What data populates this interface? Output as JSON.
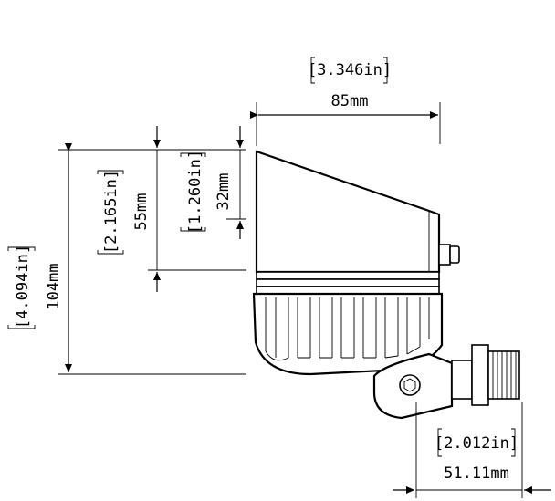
{
  "dimensions": {
    "width_total": {
      "inches": "[3.346in]",
      "mm": "85mm"
    },
    "height_upper": {
      "inches": "[2.165in]",
      "mm": "55mm"
    },
    "height_cap": {
      "inches": "[1.260in]",
      "mm": "32mm"
    },
    "height_total": {
      "inches": "[4.094in]",
      "mm": "104mm"
    },
    "fitting_width": {
      "inches": "[2.012in]",
      "mm": "51.11mm"
    }
  }
}
